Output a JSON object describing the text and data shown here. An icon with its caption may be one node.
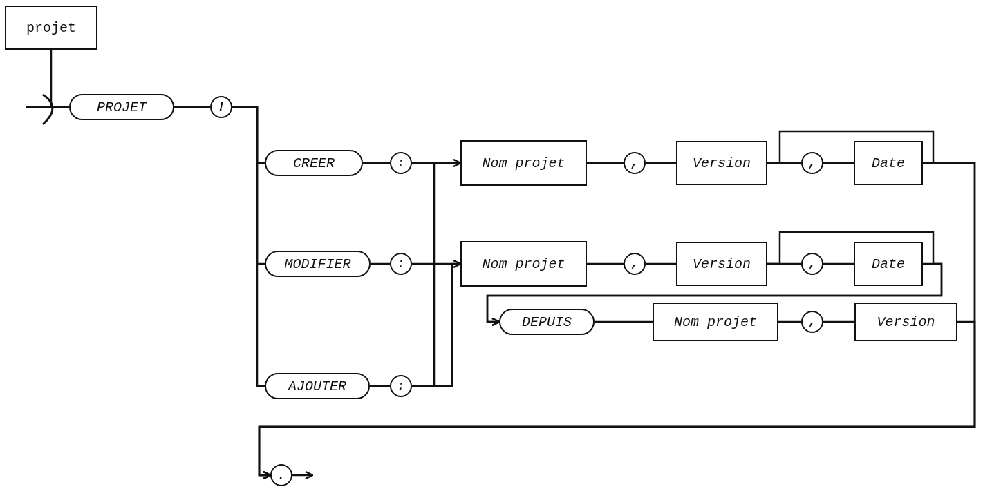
{
  "diagram": {
    "nodes": [
      {
        "text": [
          "projet"
        ]
      },
      {
        "text": [
          "PROJET"
        ]
      },
      {
        "text": [
          "!"
        ]
      },
      {
        "text": [
          "CREER"
        ]
      },
      {
        "text": [
          ":"
        ]
      },
      {
        "text": [
          "Nom projet"
        ]
      },
      {
        "text": [
          ","
        ]
      },
      {
        "text": [
          "Version"
        ]
      },
      {
        "text": [
          ","
        ]
      },
      {
        "text": [
          "Date"
        ]
      },
      {
        "text": [
          "MODIFIER"
        ]
      },
      {
        "text": [
          ":"
        ]
      },
      {
        "text": [
          "Nom projet"
        ]
      },
      {
        "text": [
          ","
        ]
      },
      {
        "text": [
          "Version"
        ]
      },
      {
        "text": [
          ","
        ]
      },
      {
        "text": [
          "Date"
        ]
      },
      {
        "text": [
          "DEPUIS"
        ]
      },
      {
        "text": [
          "Nom projet"
        ]
      },
      {
        "text": [
          ","
        ]
      },
      {
        "text": [
          "Version"
        ]
      },
      {
        "text": [
          "AJOUTER"
        ]
      },
      {
        "text": [
          ":"
        ]
      },
      {
        "text": [
          "."
        ]
      }
    ],
    "edges": [
      {
        "from": 0,
        "to": 1,
        "arrow": "none"
      },
      {
        "from": 1,
        "to": 2,
        "arrow": "none"
      },
      {
        "from": 2,
        "to": 3,
        "arrow": "none"
      },
      {
        "from": 2,
        "to": 10,
        "arrow": "none"
      },
      {
        "from": 2,
        "to": 21,
        "arrow": "none"
      },
      {
        "from": 3,
        "to": 4,
        "arrow": "none"
      },
      {
        "from": 4,
        "to": 5,
        "arrow": "none"
      },
      {
        "from": 5,
        "to": 6,
        "arrow": "none"
      },
      {
        "from": 6,
        "to": 7,
        "arrow": "none"
      },
      {
        "from": 7,
        "to": 8,
        "arrow": "none"
      },
      {
        "from": 8,
        "to": 9,
        "arrow": "none"
      },
      {
        "from": 9,
        "to": 23,
        "arrow": "to"
      },
      {
        "from": 7,
        "to": 23,
        "arrow": "to"
      },
      {
        "from": 10,
        "to": 11,
        "arrow": "none"
      },
      {
        "from": 11,
        "to": 12,
        "arrow": "none"
      },
      {
        "from": 22,
        "to": 5,
        "arrow": "to"
      },
      {
        "from": 22,
        "to": 12,
        "arrow": "to"
      },
      {
        "from": 12,
        "to": 13,
        "arrow": "none"
      },
      {
        "from": 13,
        "to": 14,
        "arrow": "none"
      },
      {
        "from": 14,
        "to": 15,
        "arrow": "none"
      },
      {
        "from": 15,
        "to": 16,
        "arrow": "none"
      },
      {
        "from": 16,
        "to": 17,
        "arrow": "to"
      },
      {
        "from": 14,
        "to": 17,
        "arrow": "to"
      },
      {
        "from": 17,
        "to": 18,
        "arrow": "none"
      },
      {
        "from": 18,
        "to": 19,
        "arrow": "none"
      },
      {
        "from": 19,
        "to": 20,
        "arrow": "none"
      },
      {
        "from": 20,
        "to": 23,
        "arrow": "to"
      },
      {
        "from": 21,
        "to": 22,
        "arrow": "none"
      },
      {
        "from": 23,
        "to": null,
        "arrow": "to"
      }
    ]
  }
}
